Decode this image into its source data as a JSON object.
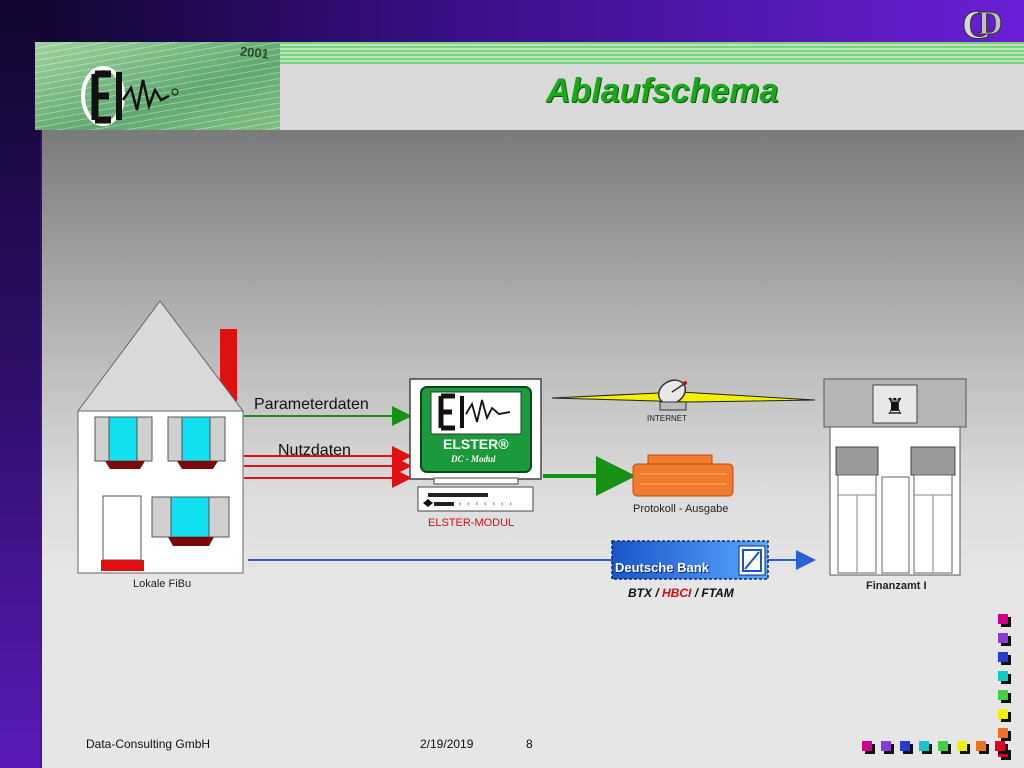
{
  "slide": {
    "title": "Ablaufschema",
    "header_year": "2001",
    "logo_letters": "CD"
  },
  "diagram": {
    "house_label": "Lokale FiBu",
    "flow_param": "Parameterdaten",
    "flow_nutz": "Nutzdaten",
    "monitor_title": "ELSTER®",
    "monitor_subtitle": "DC - Modul",
    "elster_label": "ELSTER-MODUL",
    "internet_label": "INTERNET",
    "protokoll_label": "Protokoll - Ausgabe",
    "bank_name": "Deutsche Bank",
    "btx_label": {
      "part1": "BTX",
      "sep1": " / ",
      "part2": "HBCI",
      "sep2": " / ",
      "part3": "FTAM"
    },
    "finanzamt_label": "Finanzamt I"
  },
  "footer": {
    "company": "Data-Consulting GmbH",
    "date": "2/19/2019",
    "page": "8"
  },
  "colors": {
    "title_green": "#18a818",
    "arrow_green": "#169116",
    "arrow_red": "#e01010",
    "arrow_blue": "#2a5fd8",
    "hbci_red": "#d01010",
    "deco_squares": [
      "#d0008a",
      "#8a3ad8",
      "#2a3ad8",
      "#10c8c8",
      "#40d040",
      "#f0f000",
      "#f07020",
      "#e00020"
    ]
  }
}
